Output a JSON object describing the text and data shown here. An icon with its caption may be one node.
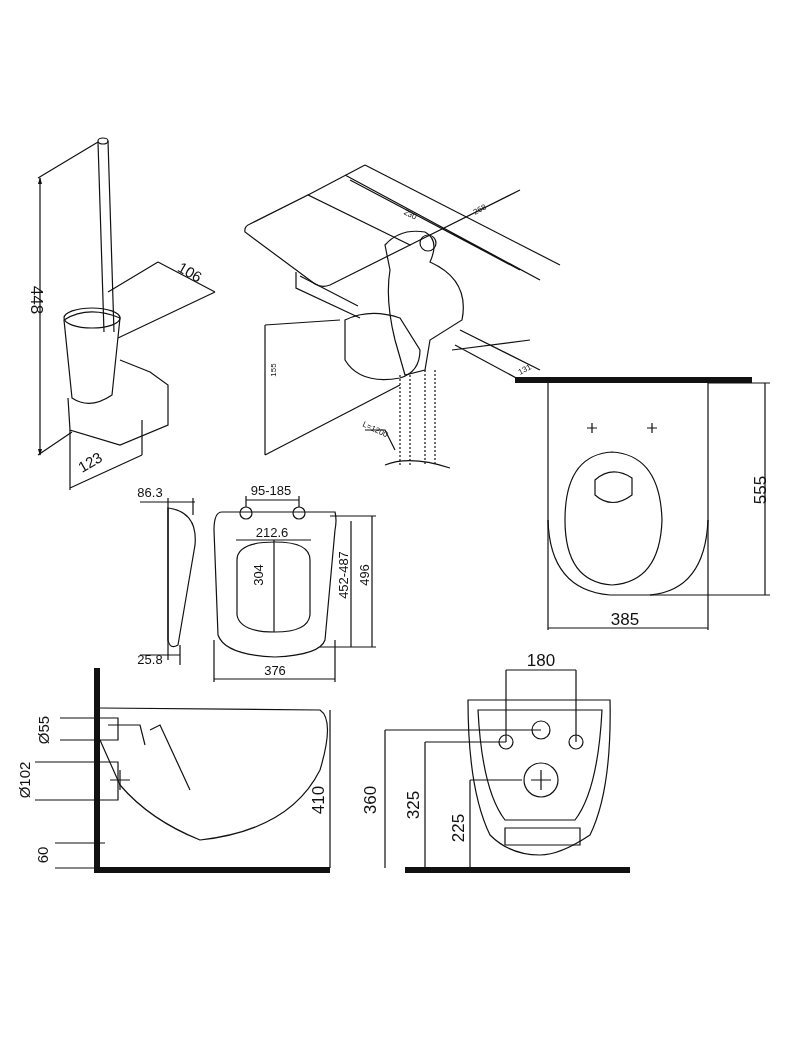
{
  "diagram": {
    "labels": [
      "268",
      "230",
      "448",
      "106",
      "155",
      "131",
      "L=1200",
      "123",
      "555",
      "86.3",
      "95-185",
      "212.6",
      "304",
      "452-487",
      "496",
      "385",
      "25.8",
      "376",
      "180",
      "Ø55",
      "Ø102",
      "410",
      "360",
      "325",
      "225",
      "60"
    ]
  }
}
